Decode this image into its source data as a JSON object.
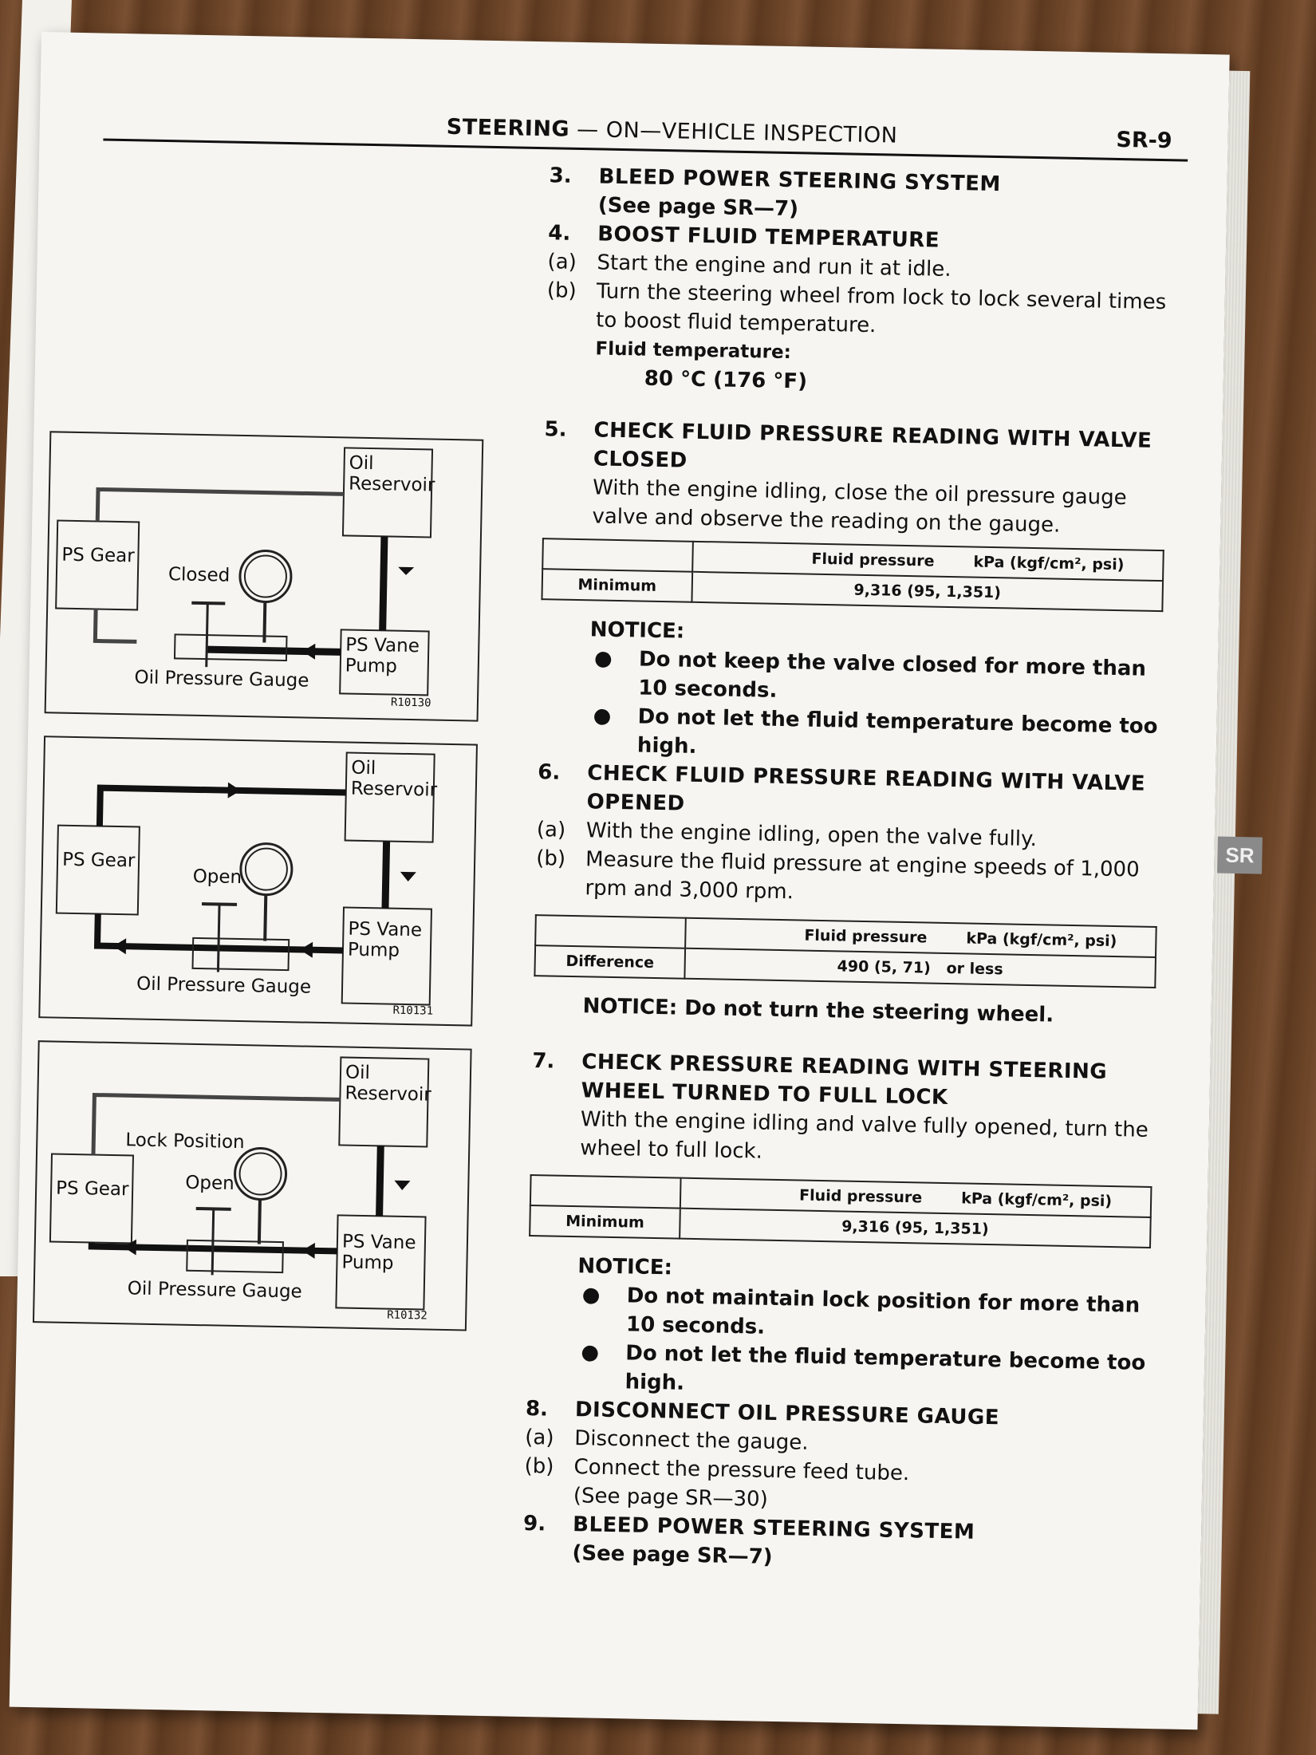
{
  "header": {
    "section": "STEERING",
    "dash": " — ",
    "subtitle": "ON—VEHICLE INSPECTION",
    "page_number": "SR-9"
  },
  "thumb_tab": "SR",
  "steps": {
    "s3": {
      "num": "3.",
      "title": "BLEED POWER STEERING SYSTEM",
      "ref": "(See page SR—7)"
    },
    "s4": {
      "num": "4.",
      "title": "BOOST FLUID TEMPERATURE",
      "a_lbl": "(a)",
      "a": "Start the engine and run it at idle.",
      "b_lbl": "(b)",
      "b": "Turn the steering wheel from lock to lock several times to boost fluid temperature.",
      "spec_label": "Fluid temperature:",
      "spec_value": "80 °C (176 °F)"
    },
    "s5": {
      "num": "5.",
      "title": "CHECK FLUID PRESSURE READING WITH VALVE CLOSED",
      "text": "With the engine idling, close the oil pressure gauge valve and observe the reading on the gauge.",
      "table": {
        "h1": "Fluid pressure",
        "h2": "kPa (kgf/cm², psi)",
        "row_label": "Minimum",
        "row_value": "9,316 (95, 1,351)"
      },
      "notice": "NOTICE:",
      "bullet1": "Do not keep the valve closed for more than 10 seconds.",
      "bullet2": "Do not let the fluid temperature become too high."
    },
    "s6": {
      "num": "6.",
      "title": "CHECK FLUID PRESSURE READING WITH VALVE OPENED",
      "a_lbl": "(a)",
      "a": "With the engine idling, open the valve fully.",
      "b_lbl": "(b)",
      "b": "Measure the fluid pressure at engine speeds of 1,000 rpm and 3,000 rpm.",
      "table": {
        "h1": "Fluid pressure",
        "h2": "kPa (kgf/cm², psi)",
        "row_label": "Difference",
        "row_value": "490 (5, 71)   or less"
      },
      "notice": "NOTICE: Do not turn the steering wheel."
    },
    "s7": {
      "num": "7.",
      "title": "CHECK PRESSURE READING WITH STEERING WHEEL TURNED TO FULL LOCK",
      "text": "With the engine idling and valve fully opened, turn the wheel to full lock.",
      "table": {
        "h1": "Fluid pressure",
        "h2": "kPa (kgf/cm², psi)",
        "row_label": "Minimum",
        "row_value": "9,316 (95, 1,351)"
      },
      "notice": "NOTICE:",
      "bullet1": "Do not maintain lock position for more than 10 seconds.",
      "bullet2": "Do not let the fluid temperature become too high."
    },
    "s8": {
      "num": "8.",
      "title": "DISCONNECT OIL PRESSURE GAUGE",
      "a_lbl": "(a)",
      "a": "Disconnect the gauge.",
      "b_lbl": "(b)",
      "b": "Connect the pressure feed tube.",
      "ref": "(See page SR—30)"
    },
    "s9": {
      "num": "9.",
      "title": "BLEED POWER STEERING SYSTEM",
      "ref": "(See page SR—7)"
    }
  },
  "figures": [
    {
      "reservoir": "Oil Reservoir",
      "gear": "PS Gear",
      "valve": "Closed",
      "pump": "PS Vane Pump",
      "gauge": "Oil Pressure Gauge",
      "code": "R10130",
      "lock": ""
    },
    {
      "reservoir": "Oil Reservoir",
      "gear": "PS Gear",
      "valve": "Open",
      "pump": "PS Vane Pump",
      "gauge": "Oil Pressure Gauge",
      "code": "R10131",
      "lock": ""
    },
    {
      "reservoir": "Oil Reservoir",
      "gear": "PS Gear",
      "valve": "Open",
      "pump": "PS Vane Pump",
      "gauge": "Oil Pressure Gauge",
      "code": "R10132",
      "lock": "Lock Position"
    }
  ]
}
